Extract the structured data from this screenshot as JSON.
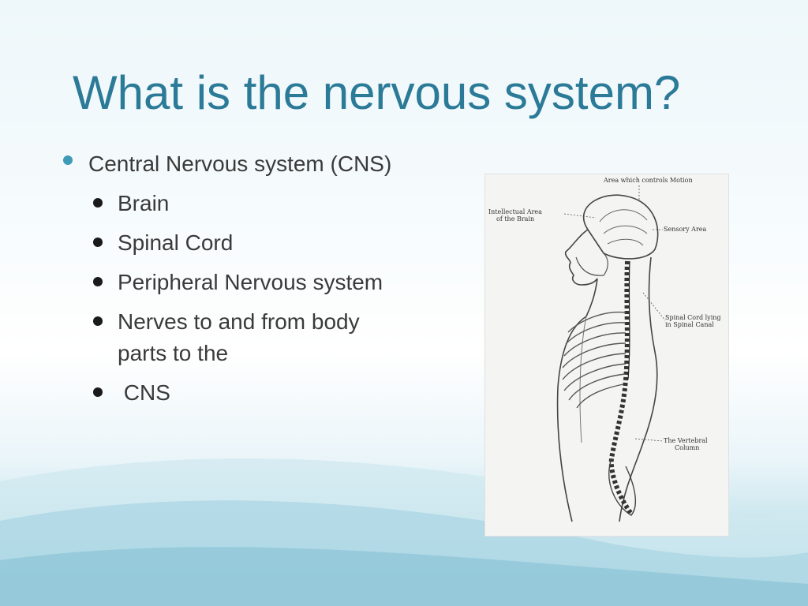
{
  "slide": {
    "title": "What is the nervous system?",
    "bullets": [
      {
        "level": 1,
        "text": "Central Nervous system (CNS)"
      },
      {
        "level": 2,
        "text": "Brain"
      },
      {
        "level": 2,
        "text": "Spinal Cord"
      },
      {
        "level": 2,
        "text": "Peripheral Nervous system"
      },
      {
        "level": 2,
        "text": "Nerves to and from body parts to the"
      },
      {
        "level": 2,
        "text": " CNS"
      }
    ]
  },
  "figure": {
    "labels": {
      "motion": "Area which controls Motion",
      "intellectual_1": "Intellectual Area",
      "intellectual_2": "of the Brain",
      "sensory": "Sensory Area",
      "spinal_1": "Spinal Cord lying",
      "spinal_2": "in Spinal Canal",
      "vertebral_1": "The Vertebral",
      "vertebral_2": "Column"
    }
  }
}
